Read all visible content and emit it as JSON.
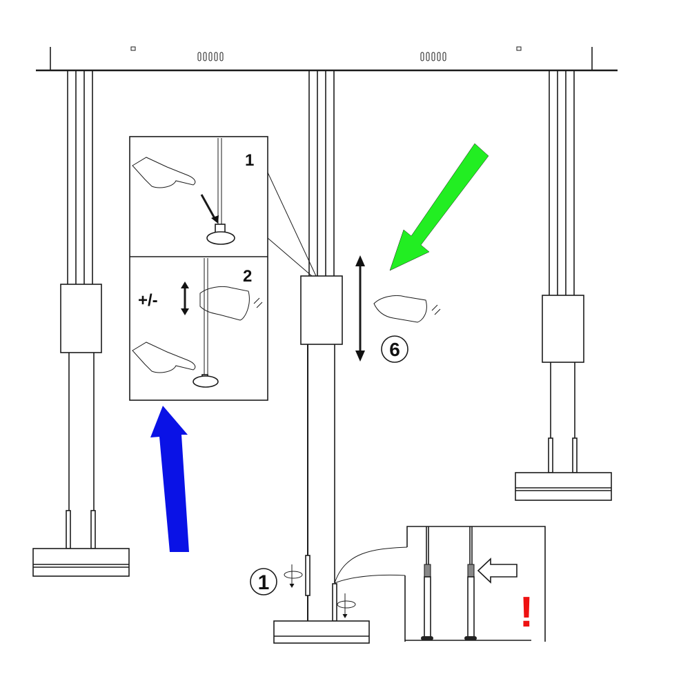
{
  "inset_steps": {
    "step1": "1",
    "step2": "2",
    "adjust": "+/-"
  },
  "callouts": {
    "step_six": "6",
    "step_one": "1",
    "warning": "!"
  },
  "colors": {
    "green_arrow": "#22ee22",
    "blue_arrow": "#0a12e6",
    "warning": "#ee1111"
  }
}
